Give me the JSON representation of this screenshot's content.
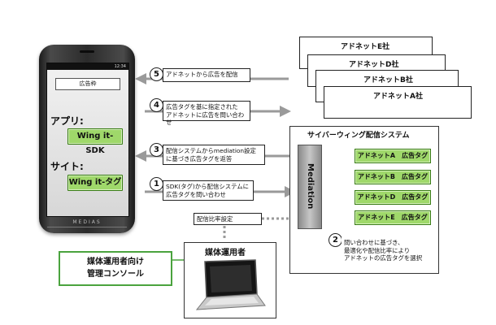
{
  "phone": {
    "status_time": "12:34",
    "ad_frame_label": "広告枠",
    "app_label": "アプリ:",
    "app_button": "Wing it-SDK",
    "site_label": "サイト:",
    "site_button": "Wing it-タグ",
    "brand": "MEDIAS"
  },
  "ad_networks": [
    "アドネットE社",
    "アドネットD社",
    "アドネットB社",
    "アドネットA社"
  ],
  "steps": [
    {
      "number": "5",
      "lines": [
        "アドネットから広告を配信"
      ]
    },
    {
      "number": "4",
      "lines": [
        "広告タグを基に指定された",
        "アドネットに広告を問い合わせ"
      ]
    },
    {
      "number": "3",
      "lines": [
        "配信システムからmediation設定",
        "に基づき広告タグを返答"
      ]
    },
    {
      "number": "1",
      "lines": [
        "SDK(タグ)から配信システムに",
        "広告タグを問い合わせ"
      ]
    },
    {
      "number": "2",
      "lines": [
        "問い合わせに基づき、",
        "最適化や配信比率により",
        "アドネットの広告タグを選択"
      ]
    }
  ],
  "system": {
    "title": "サイバーウィング配信システム",
    "mediation": "Mediation",
    "tags": [
      "アドネットA　広告タグ",
      "アドネットB　広告タグ",
      "アドネットD　広告タグ",
      "アドネットE　広告タグ"
    ]
  },
  "ratio_setting_label": "配信比率設定",
  "operator": {
    "title": "媒体運用者",
    "console_lines": [
      "媒体運用者向け",
      "管理コンソール"
    ]
  }
}
